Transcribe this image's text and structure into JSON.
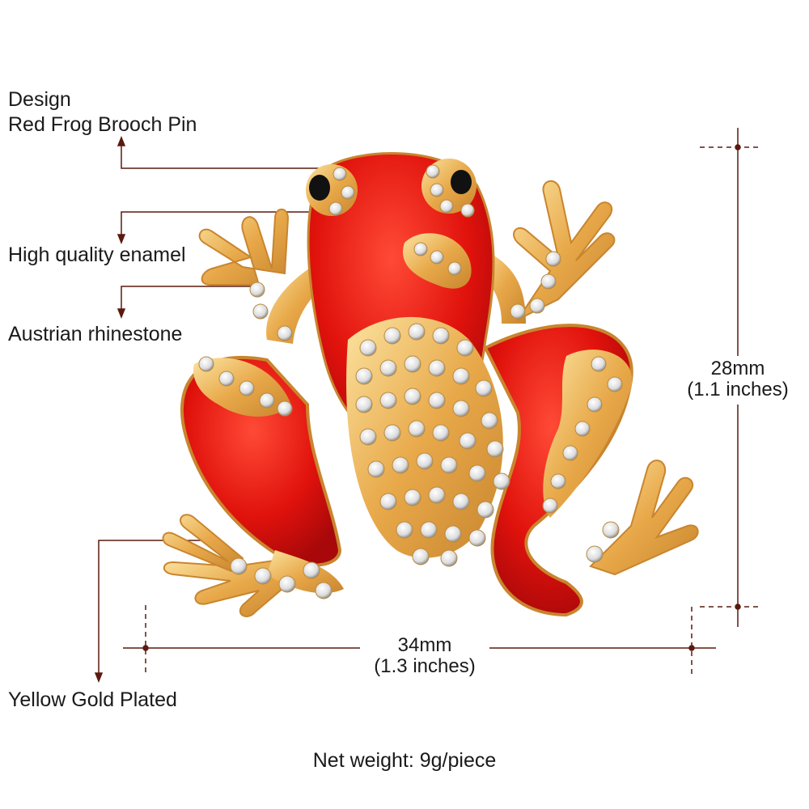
{
  "annotations": {
    "design_heading": "Design",
    "design_name": "Red Frog Brooch Pin",
    "enamel": "High quality enamel",
    "rhinestone": "Austrian rhinestone",
    "plating": "Yellow Gold Plated"
  },
  "dimensions": {
    "height_mm": "28mm",
    "height_in": "(1.1 inches)",
    "width_mm": "34mm",
    "width_in": "(1.3 inches)"
  },
  "weight": "Net weight: 9g/piece",
  "colors": {
    "enamel_red": "#e0120c",
    "gold": "#e8a94a",
    "gold_light": "#f8d98c",
    "annotation_line": "#5a1a0e"
  },
  "icons": [
    "frog-brooch-image"
  ]
}
